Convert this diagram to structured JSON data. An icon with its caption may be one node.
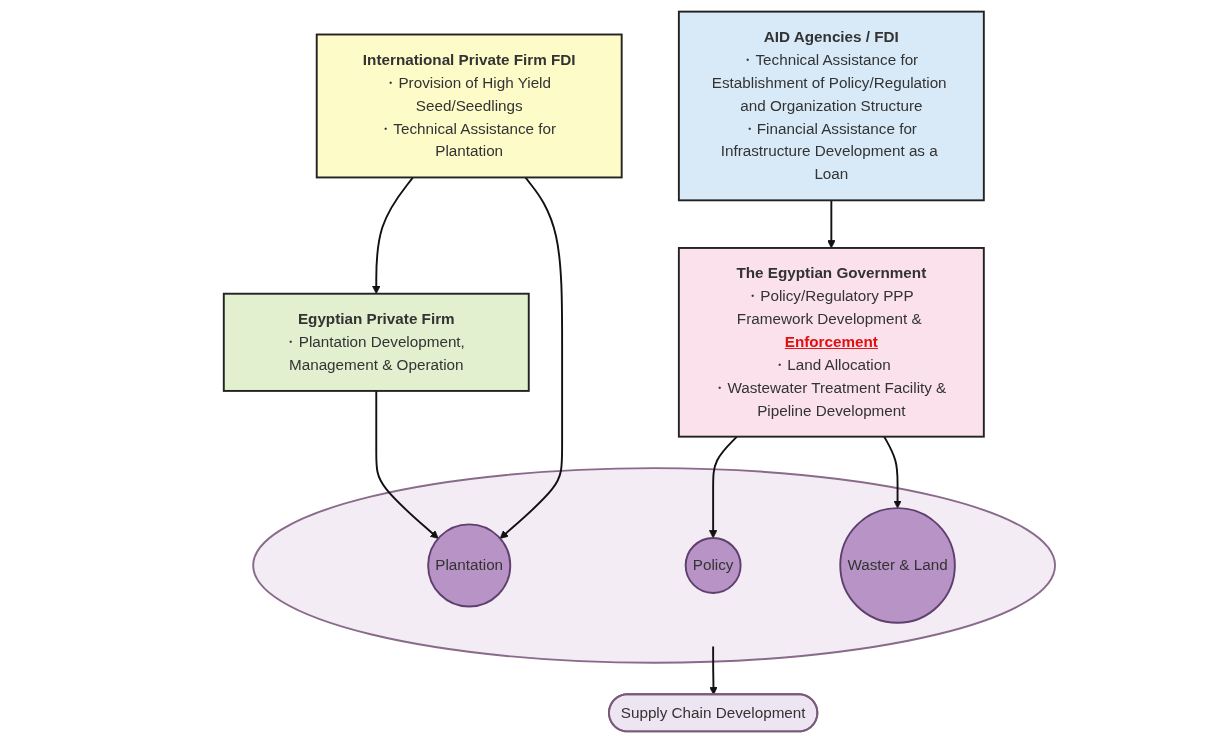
{
  "diagram": {
    "nodes": [
      {
        "text": [
          "International Private Firm FDI",
          "・Provision of High Yield Seed/Seedlings",
          "・Technical Assistance for Plantation"
        ]
      },
      {
        "text": [
          "Egyptian Private Firm",
          "・Plantation Development, Management & Operation"
        ]
      },
      {
        "text": [],
        "shape": "ellipse"
      },
      {
        "text": [
          "Policy"
        ],
        "in": 2
      },
      {
        "text": [
          "Plantation"
        ],
        "in": 2
      },
      {
        "text": [
          "Waster & Land"
        ],
        "in": 2
      },
      {
        "text": [
          "Supply Chain Development"
        ]
      },
      {
        "text": [
          "AID Agencies / FDI",
          "・Technical Assistance for Establishment of Policy/Regulation and Organization Structure",
          "・Financial Assistance for Infrastructure Development as a Loan"
        ]
      },
      {
        "text": [
          "The Egyptian Government",
          "・Policy/Regulatory PPP Framework Development & **Enforcement**",
          "・Land Allocation",
          "・Wastewater Treatment Facility & Pipeline Development"
        ]
      }
    ],
    "edges": [
      {
        "from": 0,
        "to": 1,
        "arrow": "to"
      },
      {
        "from": 0,
        "to": 4,
        "arrow": "to"
      },
      {
        "from": 1,
        "to": 4,
        "arrow": "to"
      },
      {
        "from": 2,
        "to": 6,
        "arrow": "to"
      },
      {
        "from": 8,
        "to": 3,
        "arrow": "to"
      },
      {
        "from": 8,
        "to": 5,
        "arrow": "to"
      },
      {
        "from": 7,
        "to": 8,
        "arrow": "to"
      }
    ]
  }
}
